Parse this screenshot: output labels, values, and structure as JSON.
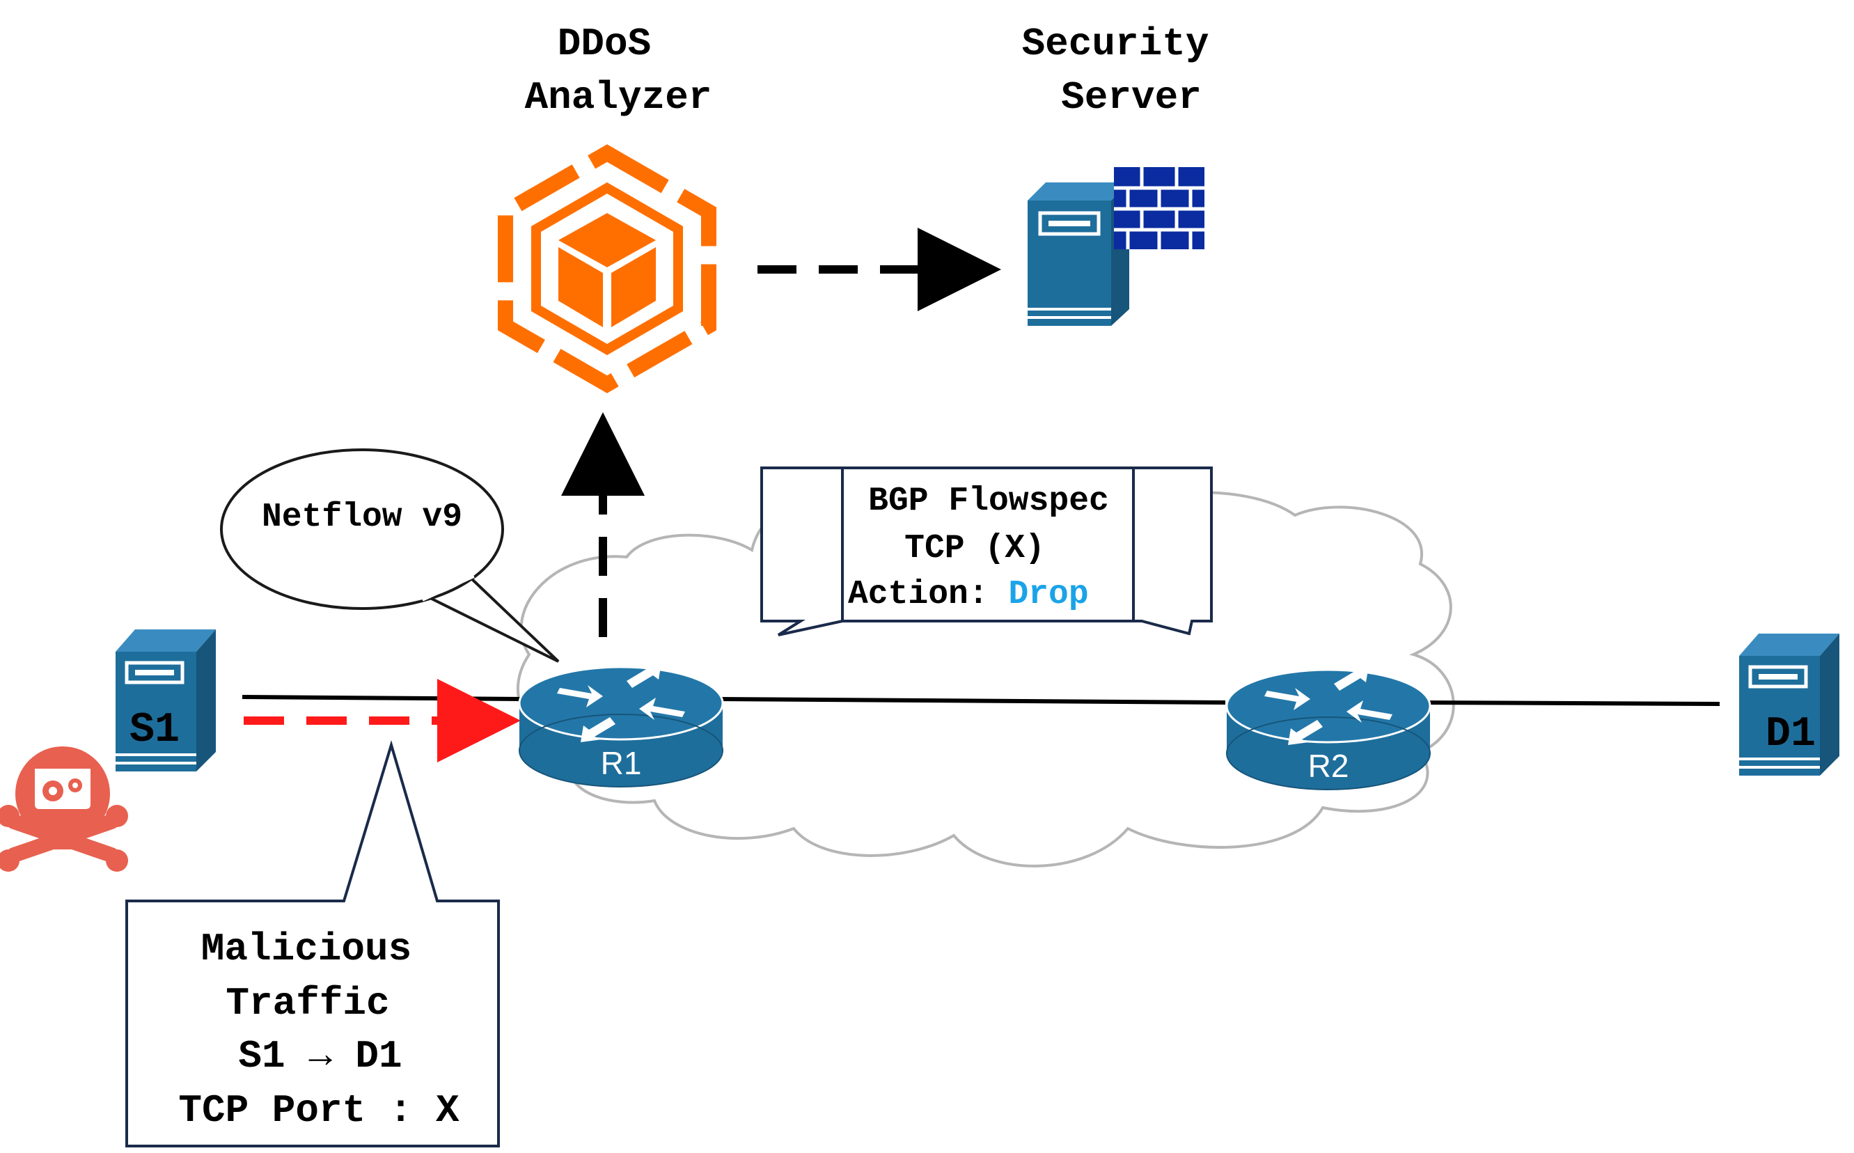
{
  "nodes": {
    "ddos_analyzer": {
      "label_line1": "DDoS",
      "label_line2": "Analyzer",
      "icon": "ddos-analyzer-icon",
      "color": "#FF6F00"
    },
    "security_server": {
      "label_line1": "Security",
      "label_line2": "Server",
      "icon": "firewall-server-icon",
      "brick_color": "#0A2CA0"
    },
    "s1": {
      "label": "S1",
      "icon": "server-icon"
    },
    "d1": {
      "label": "D1",
      "icon": "server-icon"
    },
    "r1": {
      "label": "R1",
      "icon": "router-icon"
    },
    "r2": {
      "label": "R2",
      "icon": "router-icon"
    },
    "attacker": {
      "icon": "malware-skull-icon",
      "color": "#E8604F"
    }
  },
  "callouts": {
    "netflow": {
      "text": "Netflow v9"
    },
    "flowspec": {
      "line1": "BGP Flowspec",
      "line2": "TCP (X)",
      "line3_prefix": "Action: ",
      "line3_action": "Drop",
      "action_color": "#1AA3E8"
    },
    "malicious": {
      "line1": "Malicious",
      "line2": "Traffic",
      "line3": "S1 → D1",
      "line4": "TCP Port : X"
    }
  },
  "colors": {
    "device_blue": "#1E6E9C",
    "device_dark": "#17557A",
    "malicious_arrow": "#FF1A1A",
    "cloud_stroke": "#B5B5B5"
  }
}
